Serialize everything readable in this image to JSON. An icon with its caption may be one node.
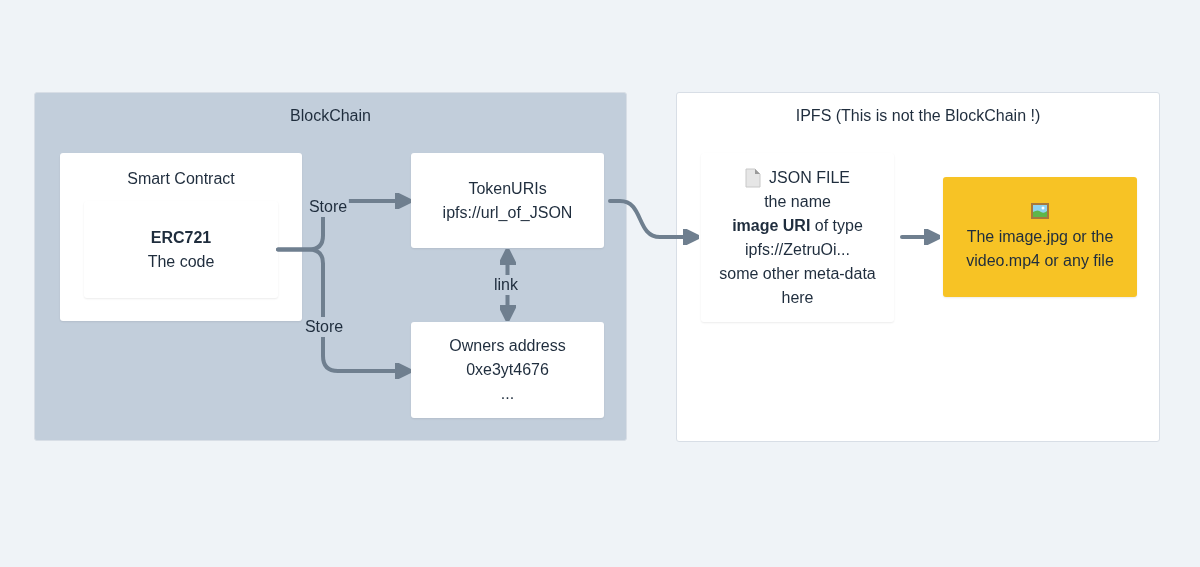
{
  "diagram": {
    "nodes": [
      {
        "text": [
          "BlockChain"
        ]
      },
      {
        "text": [
          "Smart Contract"
        ],
        "in": 0
      },
      {
        "text": [
          "ERC721",
          "The code"
        ],
        "in": 1
      },
      {
        "text": [
          "TokenURIs",
          "ipfs://url_of_JSON"
        ],
        "in": 0
      },
      {
        "text": [
          "Owners address",
          "0xe3yt4676",
          "..."
        ],
        "in": 0
      },
      {
        "text": [
          "IPFS (This is not the BlockChain !)"
        ]
      },
      {
        "text": [
          "JSON FILE",
          "the name",
          "**image URI** of type",
          "ipfs://ZetruOi...",
          "some other meta-data here"
        ],
        "in": 5
      },
      {
        "text": [
          "The image.jpg or the video.mp4 or any file"
        ],
        "in": 5
      }
    ],
    "edges": [
      {
        "from": 2,
        "to": 3,
        "arrow": "to",
        "label": "Store"
      },
      {
        "from": 2,
        "to": 4,
        "arrow": "to",
        "label": "Store"
      },
      {
        "from": 3,
        "to": 4,
        "arrow": "both",
        "label": "link"
      },
      {
        "from": 3,
        "to": 6,
        "arrow": "to"
      },
      {
        "from": 6,
        "to": 7,
        "arrow": "to"
      }
    ]
  }
}
